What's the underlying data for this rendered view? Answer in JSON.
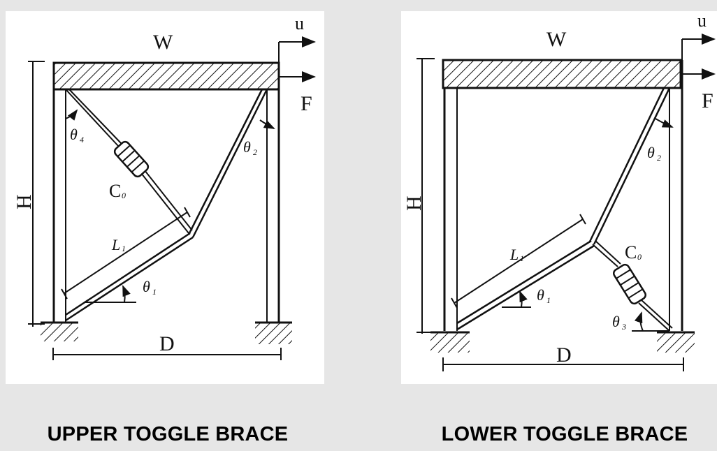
{
  "figure": {
    "upper": {
      "caption": "UPPER TOGGLE BRACE",
      "labels": {
        "width": "W",
        "height": "H",
        "span": "D",
        "displacement": "u",
        "force": "F",
        "damper": "C",
        "damper_sub": "0",
        "arm": "L",
        "arm_sub": "1",
        "theta1": "θ",
        "theta1_sub": "1",
        "theta2": "θ",
        "theta2_sub": "2",
        "theta4": "θ",
        "theta4_sub": "4"
      }
    },
    "lower": {
      "caption": "LOWER TOGGLE BRACE",
      "labels": {
        "width": "W",
        "height": "H",
        "span": "D",
        "displacement": "u",
        "force": "F",
        "damper": "C",
        "damper_sub": "0",
        "arm": "L",
        "arm_sub": "1",
        "theta1": "θ",
        "theta1_sub": "1",
        "theta2": "θ",
        "theta2_sub": "2",
        "theta3": "θ",
        "theta3_sub": "3"
      }
    }
  }
}
